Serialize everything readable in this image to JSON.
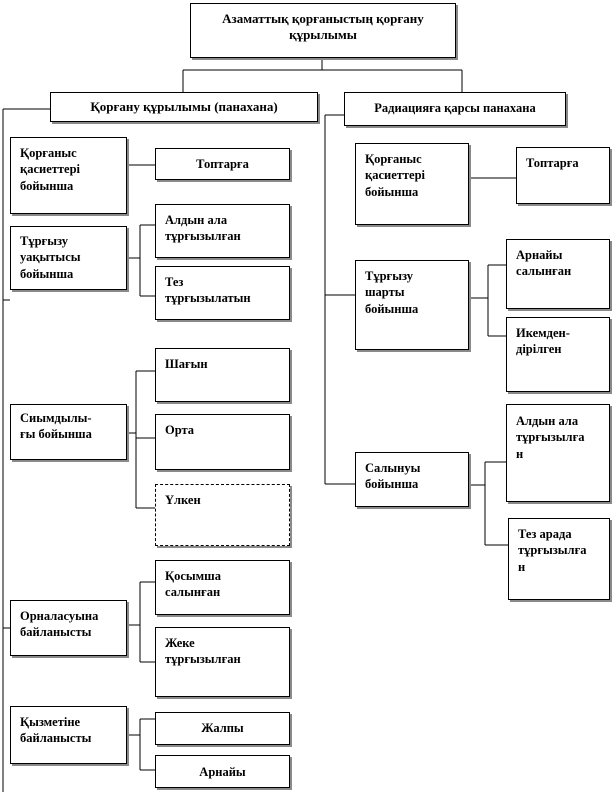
{
  "root": "Азаматтық қорғаныстың қорғану құрылымы",
  "left_header": "Қорғану құрылымы (панахана)",
  "right_header": "Радиацияға қарсы панахана",
  "left_groups": [
    {
      "label": "Қорғаныс\nқасиеттері\nбойынша",
      "children": [
        "Топтарға"
      ]
    },
    {
      "label": "Тұрғызу\nуақытысы\nбойынша",
      "children": [
        "Алдын ала\nтұрғызылған",
        "Тез\nтұрғызылатын"
      ]
    },
    {
      "label": "Сиымдылы-\nғы бойынша",
      "children": [
        "Шағын",
        "Орта",
        "Үлкен"
      ]
    },
    {
      "label": "Орналасуына\nбайланысты",
      "children": [
        "Қосымша\nсалынған",
        "Жеке\nтұрғызылған"
      ]
    },
    {
      "label": "Қызметіне\nбайланысты",
      "children": [
        "Жалпы",
        "Арнайы"
      ]
    }
  ],
  "right_groups": [
    {
      "label": "Қорғаныс\nқасиеттері\nбойынша",
      "children": [
        "Топтарға"
      ]
    },
    {
      "label": "Тұрғызу\nшарты\nбойынша",
      "children": [
        "Арнайы\nсалынған",
        "Икемден-\nдірілген"
      ]
    },
    {
      "label": "Салынуы\nбойынша",
      "children": [
        "Алдын ала\nтұрғызылға\nн",
        "Тез арада\nтұрғызылға\nн"
      ]
    }
  ]
}
